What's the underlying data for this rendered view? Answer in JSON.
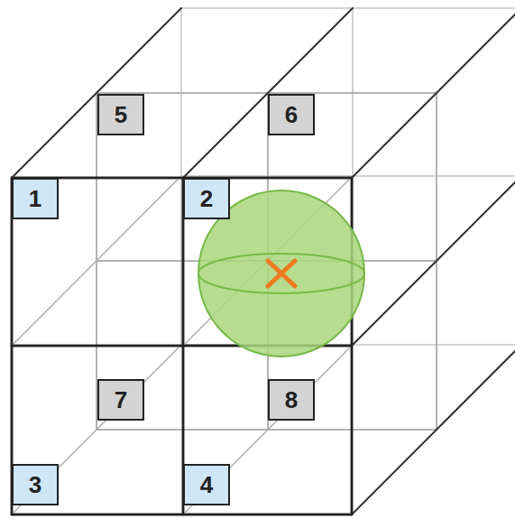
{
  "diagram": {
    "nodes": [
      {
        "text": [
          "5"
        ]
      },
      {
        "text": [
          "6"
        ]
      },
      {
        "text": [
          "1"
        ]
      },
      {
        "text": [
          "2"
        ]
      },
      {
        "text": [
          "7"
        ]
      },
      {
        "text": [
          "8"
        ]
      },
      {
        "text": [
          "3"
        ]
      },
      {
        "text": [
          "4"
        ]
      }
    ]
  }
}
